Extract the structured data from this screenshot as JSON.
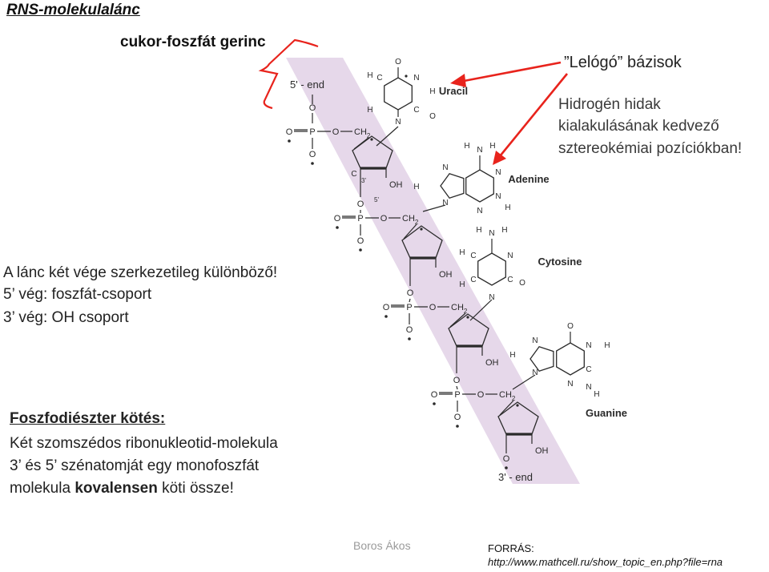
{
  "title": "RNS-molekulalánc",
  "backbone_label": "cukor-foszfát gerinc",
  "bases_label": "Lelógó” bázisok",
  "hydrogen_note": {
    "line1": "Hidrogén hidak",
    "line2": "kialakulásának kedvező",
    "line3": "sztereokémiai pozíciókban!"
  },
  "chain_ends": {
    "title": "A lánc két vége szerkezetileg különböző!",
    "five_prime": "5’ vég: foszfát-csoport",
    "three_prime": "3’ vég: OH csoport"
  },
  "bond": {
    "title": "Foszfodiészter kötés:",
    "line1": "Két szomszédos ribonukleotid-molekula",
    "line2": "3’ és 5’ szénatomját egy monofoszfát",
    "line3_pre": "molekula ",
    "line3_bold": "kovalensen",
    "line3_post": " köti össze!"
  },
  "molecule": {
    "end5": "5' - end",
    "end3": "3' - end",
    "bases": [
      "Uracil",
      "Adenine",
      "Cytosine",
      "Guanine"
    ],
    "atoms": {
      "O": "O",
      "P": "P",
      "CH2": "CH",
      "sub2": "2",
      "OH": "OH",
      "N": "N",
      "H": "H",
      "C": "C",
      "three": "3'",
      "five": "5'"
    }
  },
  "author": "Boros Ákos",
  "source": {
    "label": "FORRÁS:",
    "url": "http://www.mathcell.ru/show_topic_en.php?file=rna"
  },
  "colors": {
    "backbone_band": "#e6d8ea",
    "arrow": "#e8231c",
    "bracket": "#e8231c"
  }
}
